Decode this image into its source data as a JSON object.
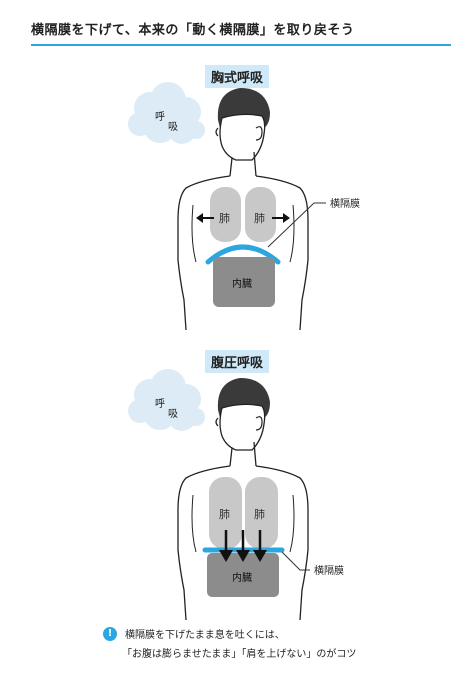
{
  "heading": "横隔膜を下げて、本来の「動く横隔膜」を取り戻そう",
  "panels": [
    {
      "title": "胸式呼吸",
      "cloud_label_1": "呼",
      "cloud_label_2": "吸",
      "lung_left": "肺",
      "lung_right": "肺",
      "organ": "内臓",
      "callout": "横隔膜"
    },
    {
      "title": "腹圧呼吸",
      "cloud_label_1": "呼",
      "cloud_label_2": "吸",
      "lung_left": "肺",
      "lung_right": "肺",
      "organ": "内臓",
      "callout": "横隔膜"
    }
  ],
  "note": {
    "icon": "!",
    "line1": "横隔膜を下げたまま息を吐くには、",
    "line2": "「お腹は膨らませたまま」「肩を上げない」のがコツ"
  },
  "colors": {
    "accent": "#2aa7e0",
    "label_bg": "#cfe9f8",
    "cloud": "#dcebf5",
    "lung": "#c8c8c8",
    "organ": "#8c8c8c",
    "hair": "#3a3a3a",
    "outline": "#222222"
  }
}
